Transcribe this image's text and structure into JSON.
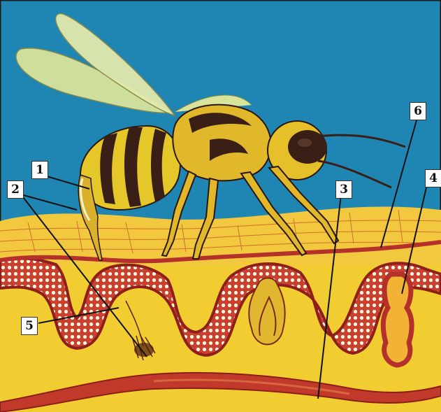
{
  "labels": {
    "l1": "1",
    "l2": "2",
    "l3": "3",
    "l4": "4",
    "l5": "5",
    "l6": "6"
  },
  "colors": {
    "sky": "#1f86b3",
    "epidermis": "#f0c23a",
    "dermis": "#f3cf2e",
    "vessel": "#b8322a",
    "vessel_light": "#e06a3a",
    "gland_dots": "#ffffff",
    "wasp_yellow": "#e6c72a",
    "wasp_dark": "#3a1f17",
    "wing": "#d9e3a6"
  },
  "icons": {
    "wasp": "wasp-illustration",
    "skin": "skin-cross-section"
  }
}
